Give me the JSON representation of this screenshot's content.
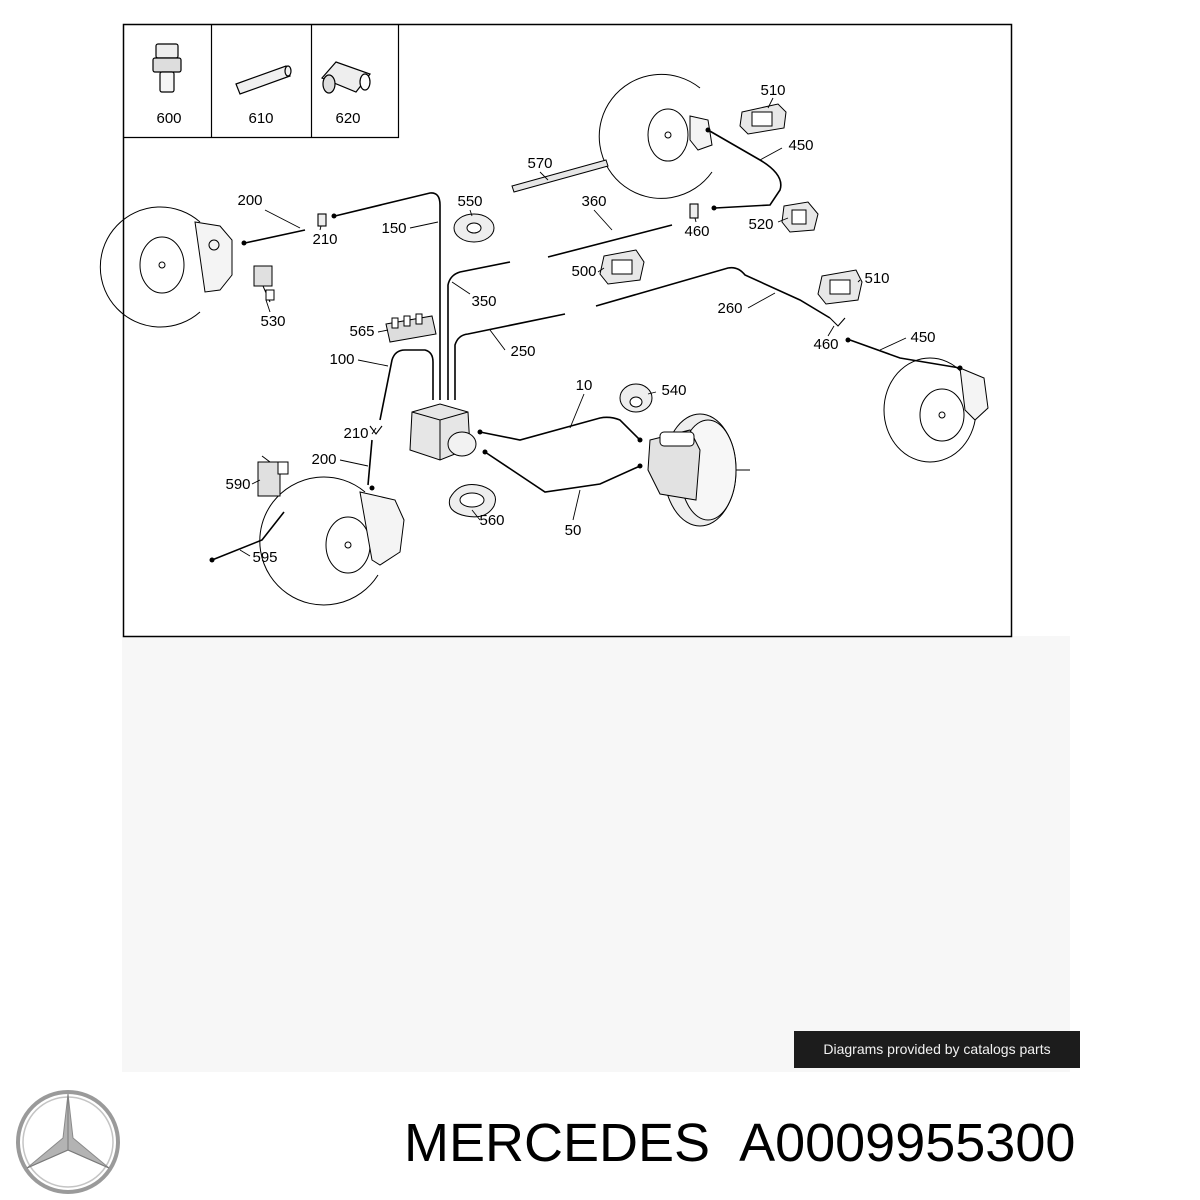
{
  "diagram": {
    "inset_parts": [
      "600",
      "610",
      "620"
    ],
    "labels": {
      "l510a": "510",
      "l450a": "450",
      "l570": "570",
      "l200a": "200",
      "l550": "550",
      "l360": "360",
      "l210a": "210",
      "l150": "150",
      "l460a": "460",
      "l520": "520",
      "l500": "500",
      "l510b": "510",
      "l350": "350",
      "l260": "260",
      "l530": "530",
      "l565": "565",
      "l450b": "450",
      "l250": "250",
      "l460b": "460",
      "l100": "100",
      "l10": "10",
      "l540": "540",
      "l210b": "210",
      "l200b": "200",
      "l590": "590",
      "l560": "560",
      "l50": "50",
      "l595": "595"
    }
  },
  "badge": {
    "text": "Diagrams provided by catalogs parts"
  },
  "footer": {
    "brand": "MERCEDES",
    "part_number": "A0009955300",
    "logo_icon": "mercedes-star-logo"
  },
  "colors": {
    "line": "#000000",
    "badge_bg": "#1c1c1c",
    "badge_text": "#f2f2f2",
    "logo": "#9a9a9a",
    "panel": "#f7f7f7"
  }
}
